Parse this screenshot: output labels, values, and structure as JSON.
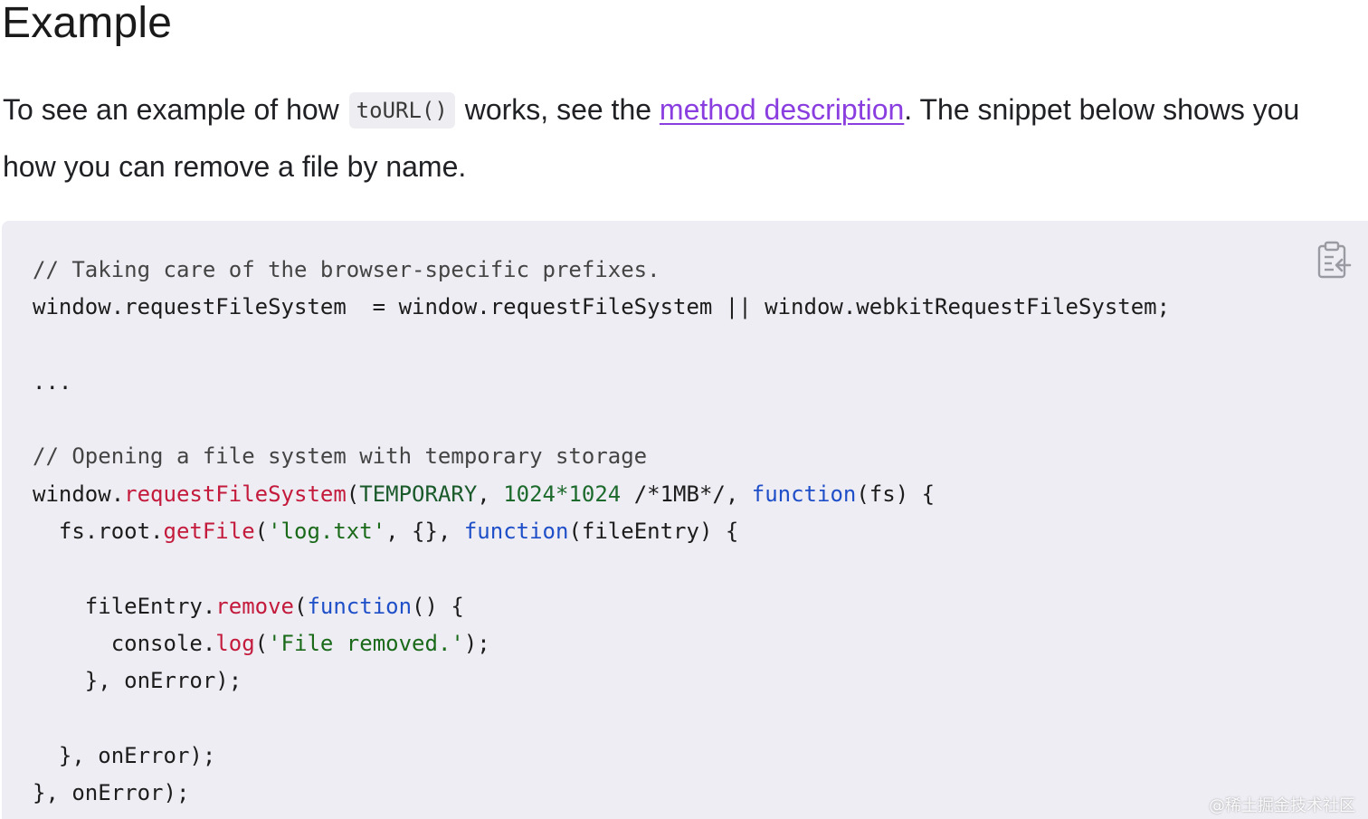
{
  "heading": "Example",
  "paragraph": {
    "line1_before": "To see an example of how ",
    "inline_code": "toURL()",
    "line1_middle": " works, see the ",
    "link_text": "method description",
    "line1_after": ". The snippet below shows you",
    "line2": "how you can remove a file by name."
  },
  "code": {
    "l1": "// Taking care of the browser-specific prefixes.",
    "l2": "window.requestFileSystem  = window.requestFileSystem || window.webkitRequestFileSystem;",
    "l3": "",
    "l4": "...",
    "l5": "",
    "l6": "// Opening a file system with temporary storage",
    "l7": {
      "a": "window.",
      "fn": "requestFileSystem",
      "b": "(",
      "cls": "TEMPORARY",
      "c": ", ",
      "num": "1024*1024",
      "d": " /*1MB*/, ",
      "kw": "function",
      "e": "(fs) {"
    },
    "l8": {
      "a": "  fs.root.",
      "fn": "getFile",
      "b": "(",
      "str": "'log.txt'",
      "c": ", {}, ",
      "kw": "function",
      "d": "(fileEntry) {"
    },
    "l9": "",
    "l10": {
      "a": "    fileEntry.",
      "fn": "remove",
      "b": "(",
      "kw": "function",
      "c": "() {"
    },
    "l11": {
      "a": "      console.",
      "fn": "log",
      "b": "(",
      "str": "'File removed.'",
      "c": ");"
    },
    "l12": "    }, onError);",
    "l13": "",
    "l14": "  }, onError);",
    "l15": "}, onError);"
  },
  "copy_icon": "clipboard-copy-icon",
  "watermark": "@稀土掘金技术社区",
  "colors": {
    "link": "#8b3ee0",
    "code_bg": "#ededf3",
    "keyword": "#1f4fc8",
    "function_name": "#c41a3c",
    "string": "#1a6a1a"
  }
}
